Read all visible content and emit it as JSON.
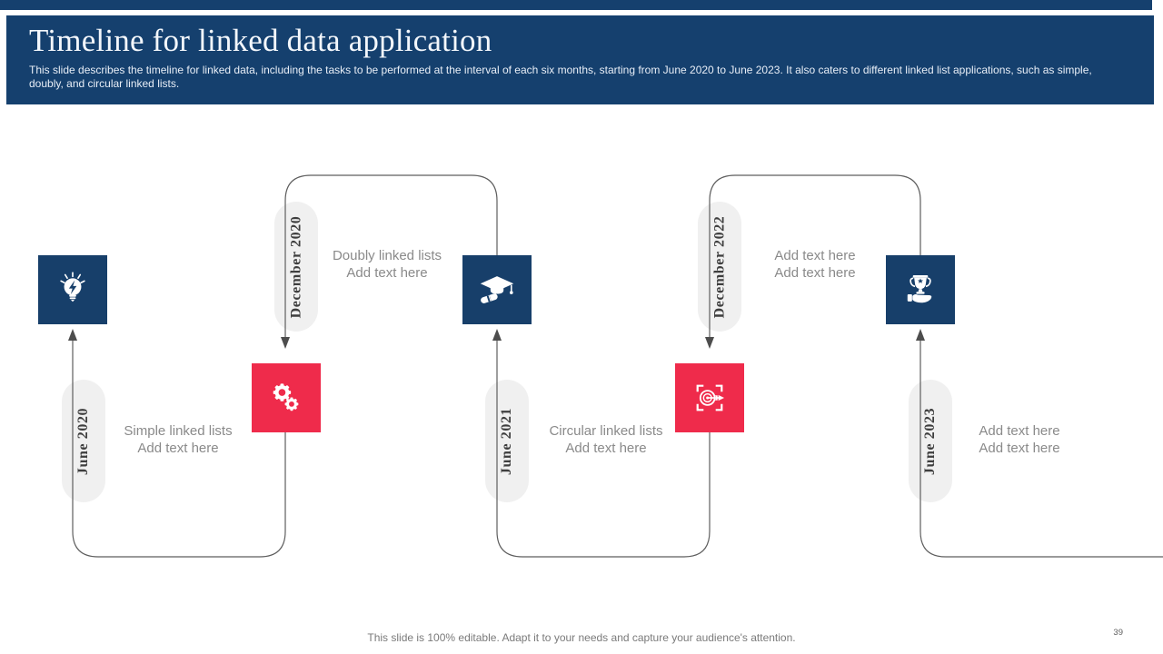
{
  "header": {
    "title": "Timeline for linked data application",
    "description": "This slide describes the timeline for linked data, including the tasks to be performed at the interval of each six months, starting from June 2020 to June 2023. It also caters to different linked list applications, such as simple, doubly, and circular linked lists."
  },
  "timeline": {
    "milestones": [
      {
        "date": "June 2020",
        "text_line1": "Simple linked lists",
        "text_line2": "Add text here",
        "icon": "lightbulb-icon",
        "accent": "#173F6A"
      },
      {
        "date": "December 2020",
        "text_line1": "Doubly linked lists",
        "text_line2": "Add text here",
        "icon": "gears-icon",
        "accent": "#EF2B4B"
      },
      {
        "date": "June 2021",
        "text_line1": "Circular linked lists",
        "text_line2": "Add text here",
        "icon": "graduation-cap-icon",
        "accent": "#173F6A"
      },
      {
        "date": "December 2022",
        "text_line1": "Add text here",
        "text_line2": "Add text here",
        "icon": "target-icon",
        "accent": "#EF2B4B"
      },
      {
        "date": "June 2023",
        "text_line1": "Add text here",
        "text_line2": "Add text here",
        "icon": "trophy-hand-icon",
        "accent": "#173F6A"
      }
    ]
  },
  "footer": {
    "note": "This slide is 100% editable. Adapt it to your needs and capture your audience's attention.",
    "page_number": "39"
  },
  "colors": {
    "header_navy": "#15406E",
    "tile_navy": "#173F6A",
    "tile_red": "#EF2B4B",
    "line_gray": "#5E5E5E",
    "pill_bg": "#F0F0F0",
    "body_text_gray": "#8A8A8A"
  }
}
